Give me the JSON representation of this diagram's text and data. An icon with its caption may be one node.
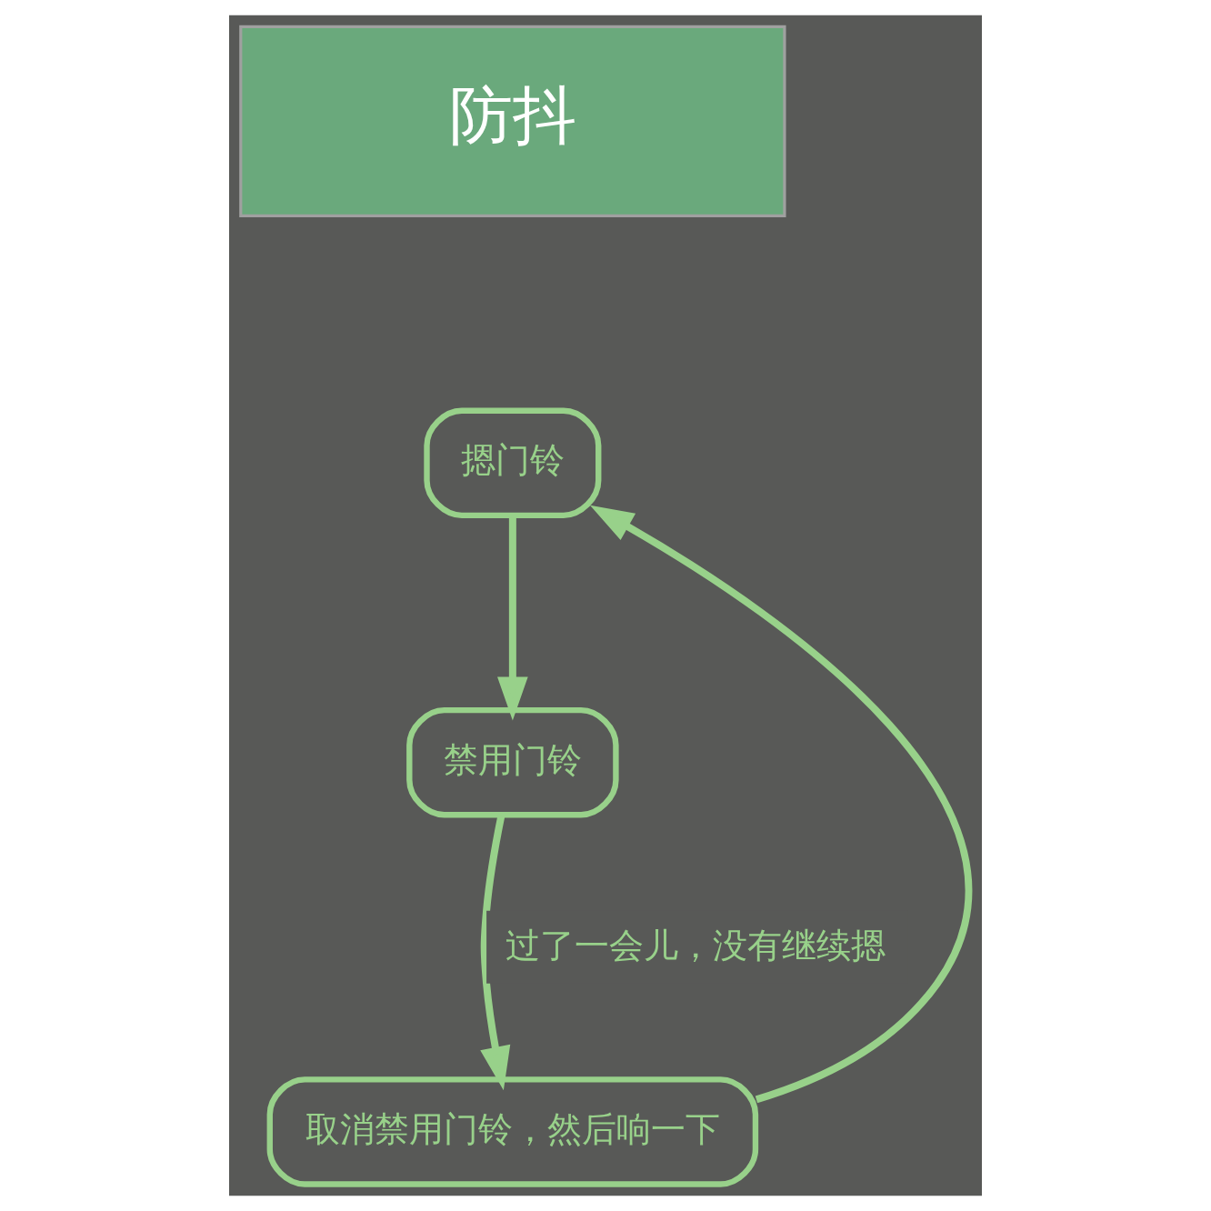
{
  "diagram": {
    "nodes": [
      {
        "text": [
          "防抖"
        ]
      },
      {
        "text": [
          "摁门铃"
        ]
      },
      {
        "text": [
          "禁用门铃"
        ]
      },
      {
        "text": [
          "取消禁用门铃，然后响一下"
        ]
      }
    ],
    "edges": [
      {
        "from": 1,
        "to": 2,
        "arrow": "to"
      },
      {
        "from": 2,
        "to": 3,
        "arrow": "to",
        "label": "过了一会儿，没有继续摁"
      },
      {
        "from": 3,
        "to": 1,
        "arrow": "to"
      }
    ]
  }
}
